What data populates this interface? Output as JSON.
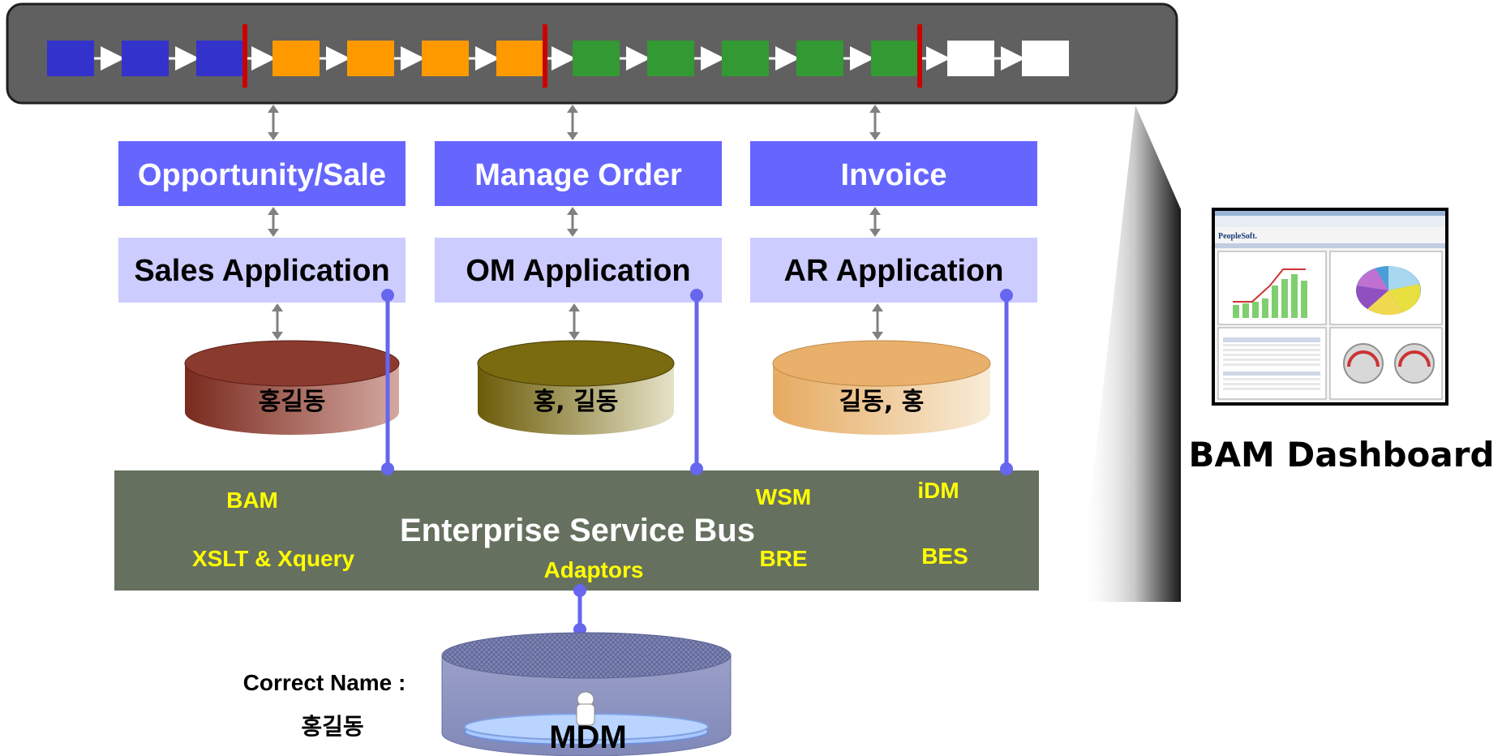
{
  "process_flow": {
    "stages": [
      {
        "color": "#3333cc",
        "count": 3
      },
      {
        "color": "#ff9900",
        "count": 4
      },
      {
        "color": "#339933",
        "count": 5
      },
      {
        "color": "#ffffff",
        "count": 2
      }
    ],
    "divider_color": "#cc0000",
    "bar_color": "#606060"
  },
  "processes": [
    {
      "name": "Opportunity/Sale",
      "application": "Sales Application",
      "db_label": "홍길동",
      "db_color": "#8b3a2e"
    },
    {
      "name": "Manage Order",
      "application": "OM Application",
      "db_label": "홍, 길동",
      "db_color": "#7a6a10"
    },
    {
      "name": "Invoice",
      "application": "AR Application",
      "db_label": "길동, 홍",
      "db_color": "#e8b06a"
    }
  ],
  "esb": {
    "title": "Enterprise Service Bus",
    "components": {
      "bam": "BAM",
      "xslt": "XSLT & Xquery",
      "adaptors": "Adaptors",
      "wsm": "WSM",
      "bre": "BRE",
      "idm": "iDM",
      "bes": "BES"
    },
    "bg_color": "#66705f",
    "component_color": "#ffff00"
  },
  "mdm": {
    "label": "MDM",
    "correct_name_label": "Correct Name :",
    "correct_name_value": "홍길동"
  },
  "dashboard": {
    "label": "BAM Dashboard",
    "brand": "PeopleSoft."
  },
  "colors": {
    "process_box": "#6666ff",
    "app_box": "#ccccff",
    "connector": "#6666ee",
    "arrow": "#808080"
  }
}
